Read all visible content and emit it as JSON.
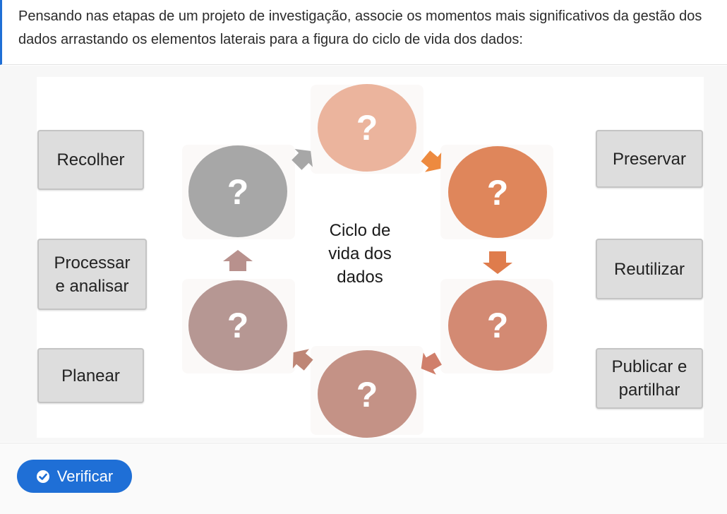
{
  "question": {
    "text": "Pensando nas etapas de um projeto de investigação, associe os momentos mais significativos da gestão dos dados arrastando os elementos laterais para a figura do ciclo de vida dos dados:"
  },
  "diagram": {
    "center_line1": "Ciclo de",
    "center_line2": "vida dos",
    "center_line3": "dados",
    "placeholder": "?",
    "colors": {
      "top": "#ebb49d",
      "upper_right": "#df865b",
      "lower_right": "#d38a73",
      "bottom": "#c49286",
      "lower_left": "#b69793",
      "upper_left": "#a7a7a7"
    }
  },
  "options": {
    "left": [
      {
        "line1": "Recolher",
        "line2": ""
      },
      {
        "line1": "Processar",
        "line2": "e analisar"
      },
      {
        "line1": "Planear",
        "line2": ""
      }
    ],
    "right": [
      {
        "line1": "Preservar",
        "line2": ""
      },
      {
        "line1": "Reutilizar",
        "line2": ""
      },
      {
        "line1": "Publicar e",
        "line2": "partilhar"
      }
    ]
  },
  "footer": {
    "verify_label": "Verificar"
  }
}
